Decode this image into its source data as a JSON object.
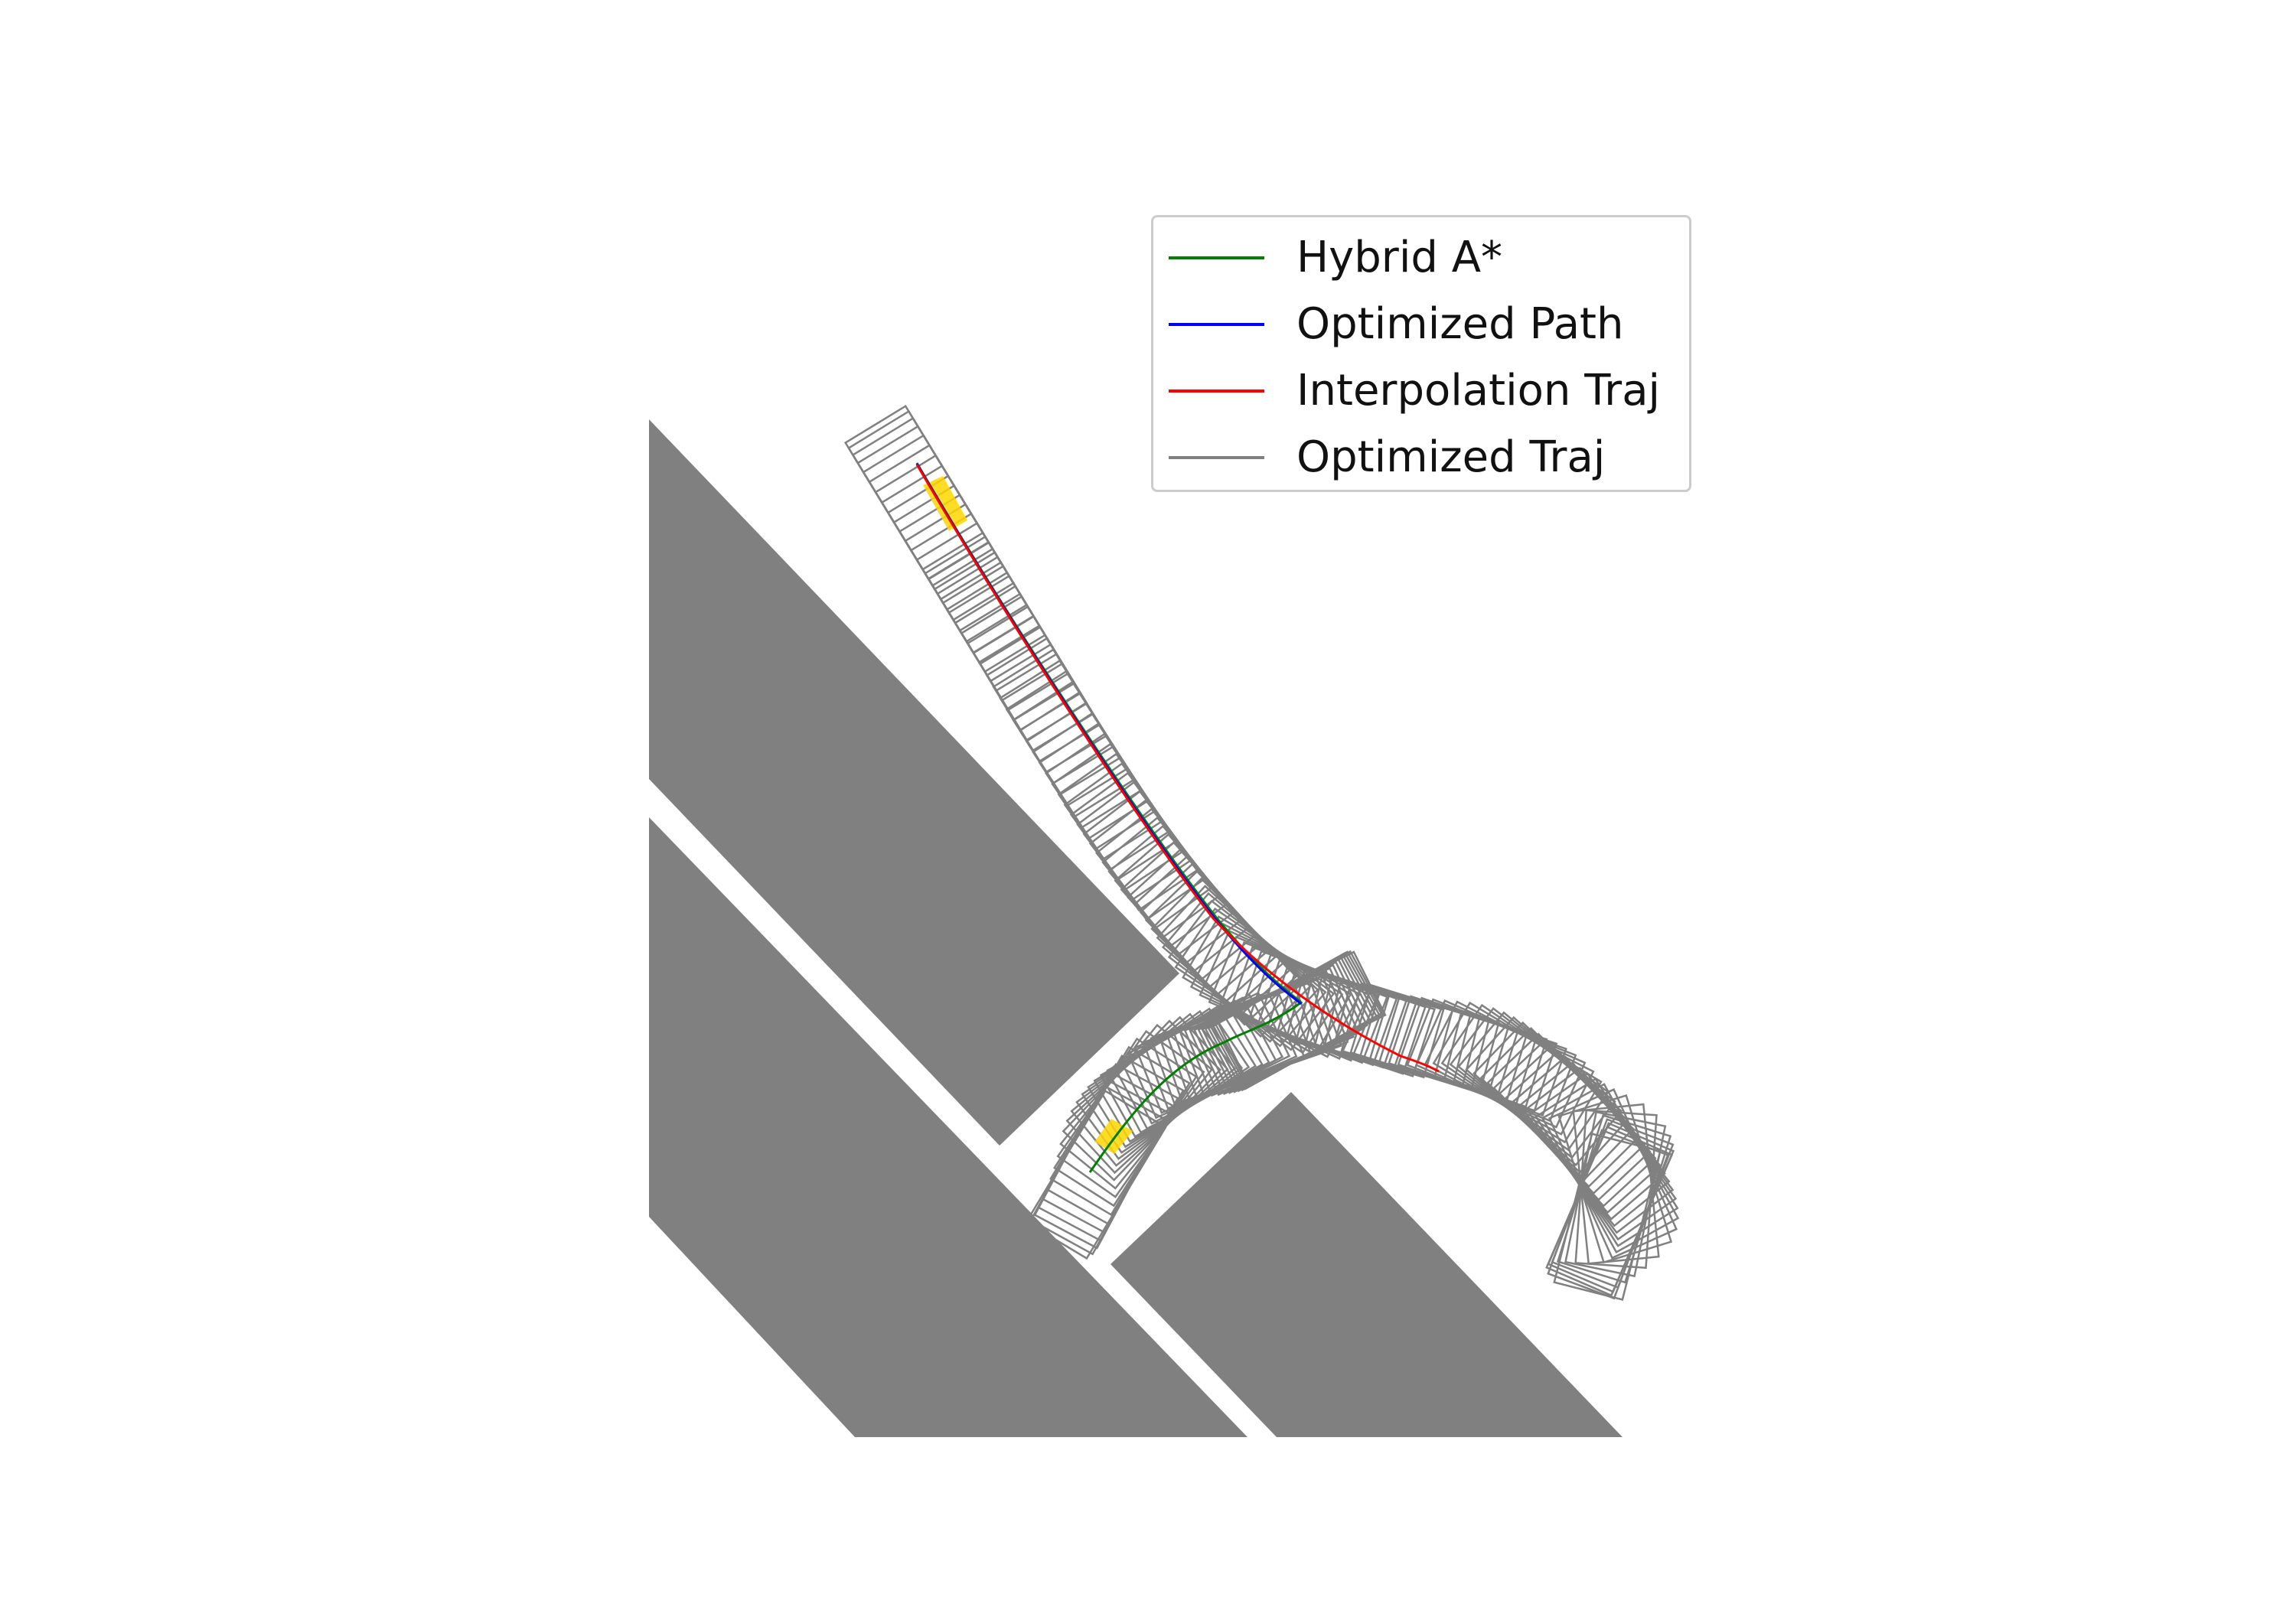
{
  "chart_data": {
    "type": "path-planning-trajectory",
    "title": "",
    "xlabel": "",
    "ylabel": "",
    "axes_visible": false,
    "grid": false,
    "legend_placement": "upper-right",
    "colors": {
      "obstacle": "#808080",
      "hybrid_a_star": "#008000",
      "optimized_path": "#0000ff",
      "interpolation_traj": "#ff0000",
      "optimized_traj": "#808080",
      "vehicle_marker": "#ffd700"
    },
    "series": [
      {
        "name": "Hybrid A*",
        "color": "#008000",
        "style": "solid"
      },
      {
        "name": "Optimized Path",
        "color": "#0000ff",
        "style": "solid"
      },
      {
        "name": "Interpolation Traj",
        "color": "#ff0000",
        "style": "solid"
      },
      {
        "name": "Optimized Traj",
        "color": "#808080",
        "style": "solid"
      }
    ],
    "trajectory_poses": 110
  }
}
